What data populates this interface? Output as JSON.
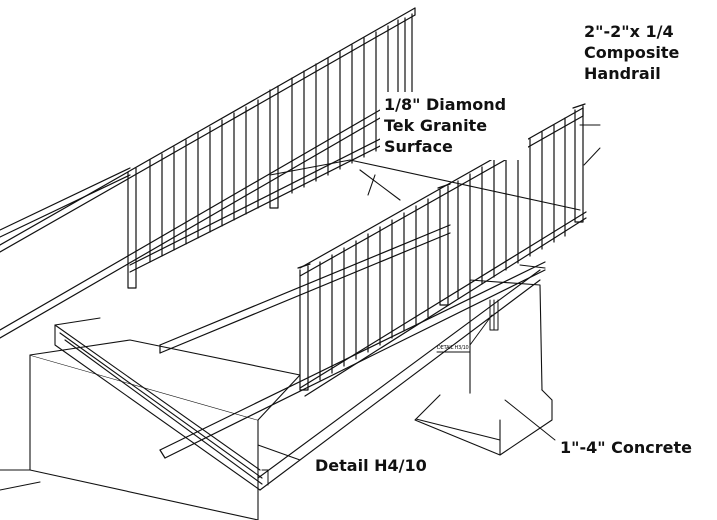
{
  "labels": {
    "handrail": {
      "line1": "2\"-2\"x 1/4",
      "line2": "Composite",
      "line3": "Handrail"
    },
    "surface": {
      "line1": "1/8\" Diamond",
      "line2": "Tek Granite",
      "line3": "Surface"
    },
    "concrete": "1\"-4\" Concrete",
    "detail_main": "Detail H4/10",
    "detail_small": "DETAIL H3/10"
  },
  "colors": {
    "line": "#111111",
    "background": "#ffffff"
  }
}
